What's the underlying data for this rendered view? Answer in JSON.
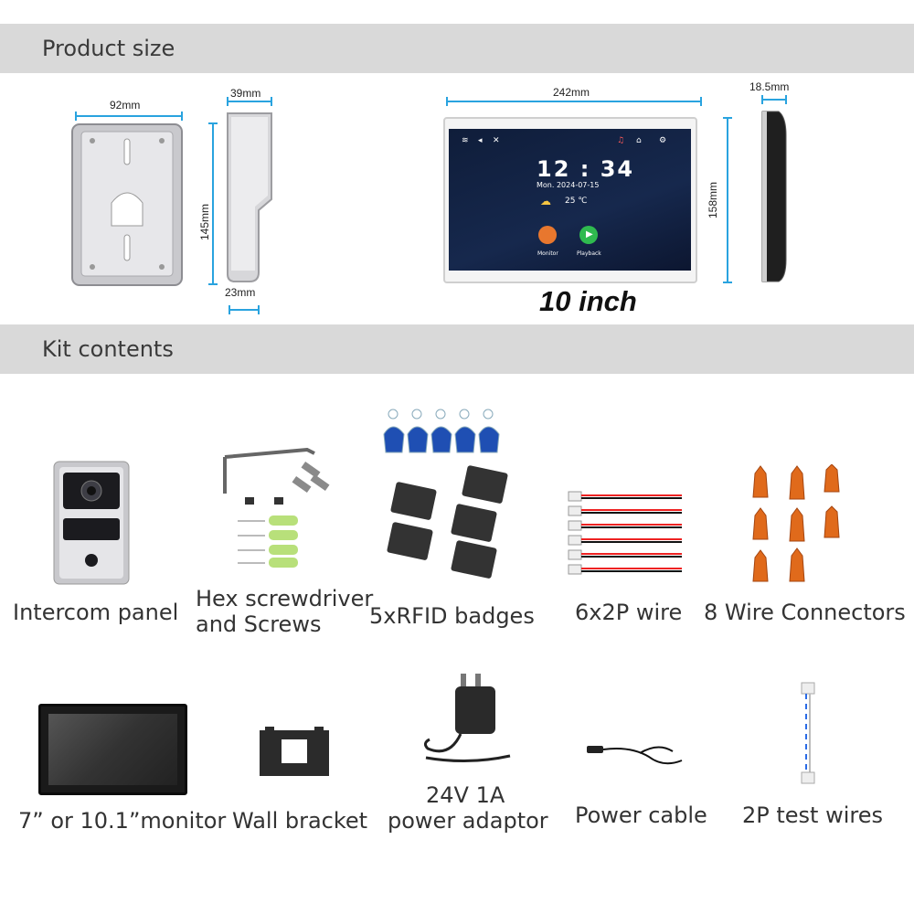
{
  "sections": {
    "product_size": "Product size",
    "kit_contents": "Kit contents"
  },
  "dimensions": {
    "panel_width": "92mm",
    "panel_depth": "39mm",
    "panel_height": "145mm",
    "panel_bottom_depth": "23mm",
    "monitor_width": "242mm",
    "monitor_height": "158mm",
    "monitor_depth": "18.5mm"
  },
  "monitor_size_label": "10 inch",
  "monitor_screen": {
    "time": "12 : 34",
    "date": "Mon.  2024-07-15",
    "temperature": "25 ℃",
    "monitor_label": "Monitor",
    "playback_label": "Playback"
  },
  "kit_items": [
    "Intercom panel",
    "Hex screwdriver",
    "and Screws",
    "5xRFID badges",
    "6x2P wire",
    "8 Wire Connectors",
    "7” or 10.1”monitor",
    "Wall bracket",
    "24V 1A",
    "power adaptor",
    "Power cable",
    "2P test wires"
  ],
  "colors": {
    "section_bar": "#d9d9d9",
    "dimension_line": "#29a3df",
    "rfid_tag": "#1f4fb3",
    "wire_connector": "#e06a1b"
  }
}
